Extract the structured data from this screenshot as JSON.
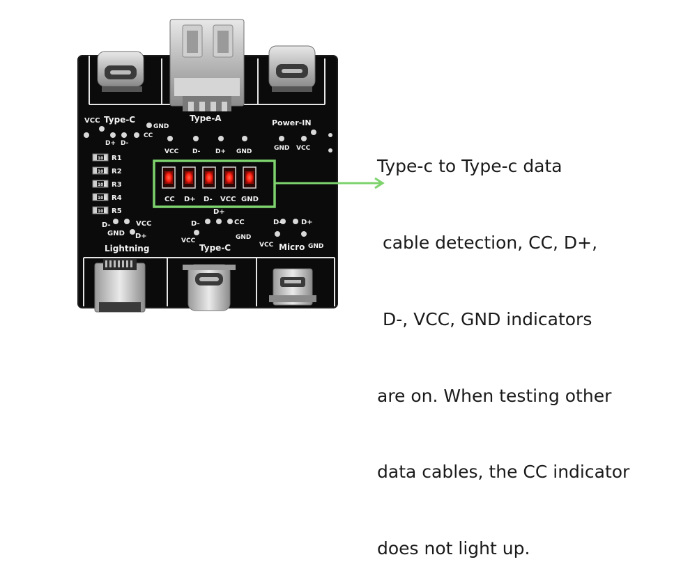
{
  "board": {
    "top_ports": {
      "left_label": "Type-C",
      "center_label": "Type-A",
      "right_label": "Power-IN"
    },
    "top_left_pins": {
      "vcc": "VCC",
      "dp": "D+",
      "dm": "D-",
      "cc": "CC",
      "gnd": "GND"
    },
    "center_pins_top": [
      "VCC",
      "D-",
      "D+",
      "GND"
    ],
    "power_in_pins": [
      "GND",
      "VCC"
    ],
    "led_labels": [
      "CC",
      "D+",
      "D-",
      "VCC",
      "GND"
    ],
    "resistors": [
      "R1",
      "R2",
      "R3",
      "R4",
      "R5"
    ],
    "resistor_code": "101",
    "bottom_left": {
      "label": "Lightning",
      "dm": "D-",
      "vcc": "VCC",
      "gnd": "GND",
      "dp": "D+"
    },
    "bottom_center": {
      "label": "Type-C",
      "dp": "D+",
      "dm": "D-",
      "cc": "CC",
      "vcc": "VCC",
      "gnd": "GND"
    },
    "bottom_right": {
      "label": "Micro",
      "dm": "D-",
      "dp": "D+",
      "vcc": "VCC",
      "gnd": "GND"
    }
  },
  "caption": {
    "lines": [
      "Type-c to Type-c data",
      " cable detection, CC, D+,",
      " D-, VCC, GND indicators",
      "are on. When testing other",
      "data cables, the CC indicator",
      "does not light up."
    ]
  },
  "colors": {
    "pcb": "#0d0d0d",
    "silkscreen": "#f2f2f2",
    "led_on": "#ff2a1a",
    "highlight": "#7ed36e",
    "metal": "#c8c8c8"
  }
}
